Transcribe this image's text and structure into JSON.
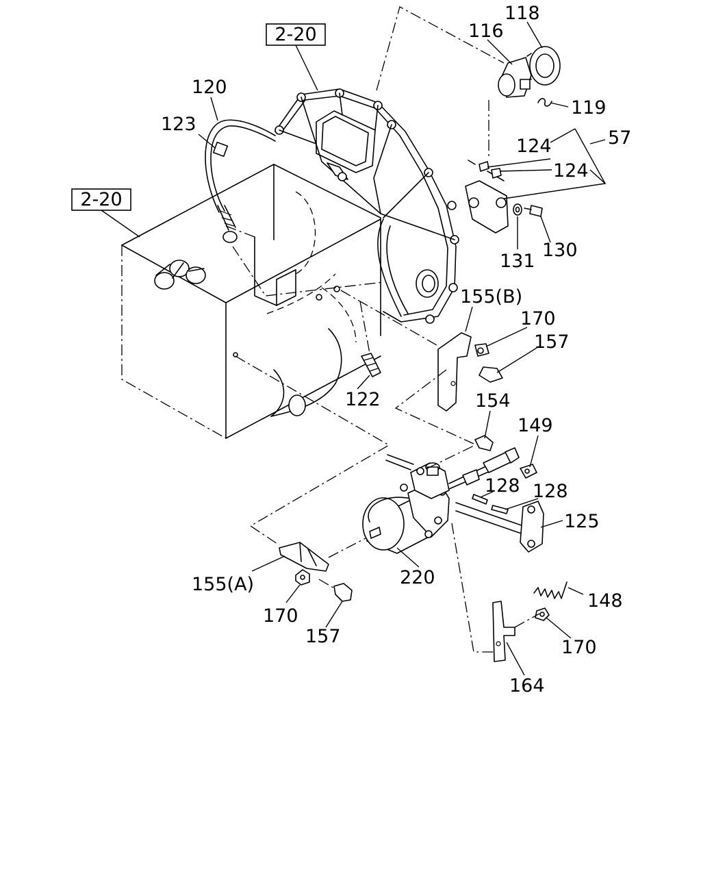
{
  "reference_boxes": [
    {
      "id": "ref-top",
      "text": "2-20"
    },
    {
      "id": "ref-left",
      "text": "2-20"
    }
  ],
  "callouts": {
    "c118": "118",
    "c116": "116",
    "c119": "119",
    "c120": "120",
    "c123": "123",
    "c124a": "124",
    "c124b": "124",
    "c57": "57",
    "c131": "131",
    "c130": "130",
    "c155b": "155(B)",
    "c170a": "170",
    "c157a": "157",
    "c122": "122",
    "c154": "154",
    "c149": "149",
    "c128a": "128",
    "c128b": "128",
    "c125": "125",
    "c220": "220",
    "c155a": "155(A)",
    "c170b": "170",
    "c157b": "157",
    "c148": "148",
    "c170c": "170",
    "c164": "164"
  }
}
